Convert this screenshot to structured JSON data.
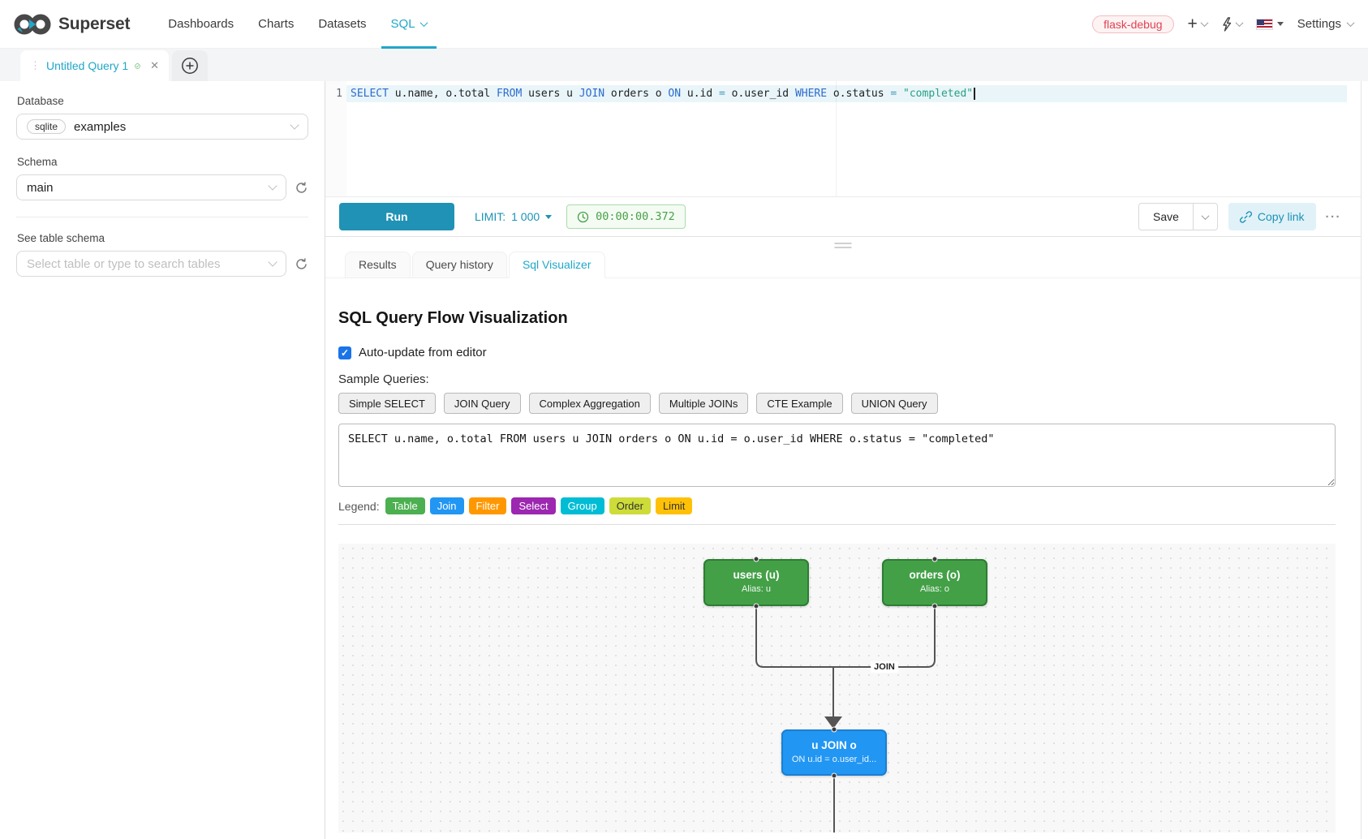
{
  "nav": {
    "brand": "Superset",
    "items": [
      {
        "label": "Dashboards"
      },
      {
        "label": "Charts"
      },
      {
        "label": "Datasets"
      },
      {
        "label": "SQL",
        "active": true
      }
    ],
    "env_badge": "flask-debug",
    "settings_label": "Settings",
    "accent_color": "#20a7c9"
  },
  "query_tabs": {
    "active_tab": "Untitled Query 1"
  },
  "sidebar": {
    "database_label": "Database",
    "database_engine": "sqlite",
    "database_value": "examples",
    "schema_label": "Schema",
    "schema_value": "main",
    "table_label": "See table schema",
    "table_placeholder": "Select table or type to search tables"
  },
  "editor": {
    "line_number": "1",
    "tokens": [
      {
        "text": "SELECT",
        "type": "kw"
      },
      {
        "text": " u.name, o.total ",
        "type": "plain"
      },
      {
        "text": "FROM",
        "type": "kw"
      },
      {
        "text": " users u ",
        "type": "plain"
      },
      {
        "text": "JOIN",
        "type": "kw"
      },
      {
        "text": " orders o ",
        "type": "plain"
      },
      {
        "text": "ON",
        "type": "kw"
      },
      {
        "text": " u.id ",
        "type": "plain"
      },
      {
        "text": "=",
        "type": "op"
      },
      {
        "text": " o.user_id ",
        "type": "plain"
      },
      {
        "text": "WHERE",
        "type": "kw"
      },
      {
        "text": " o.status ",
        "type": "plain"
      },
      {
        "text": "=",
        "type": "op"
      },
      {
        "text": " ",
        "type": "plain"
      },
      {
        "text": "\"completed\"",
        "type": "str"
      }
    ]
  },
  "toolbar": {
    "run_label": "Run",
    "limit_label": "LIMIT:",
    "limit_value": "1 000",
    "timer": "00:00:00.372",
    "save_label": "Save",
    "copy_link_label": "Copy link",
    "more_label": "···"
  },
  "result_tabs": [
    {
      "label": "Results"
    },
    {
      "label": "Query history"
    },
    {
      "label": "Sql Visualizer",
      "active": true
    }
  ],
  "visualizer": {
    "title": "SQL Query Flow Visualization",
    "auto_update_label": "Auto-update from editor",
    "auto_update_checked": true,
    "sample_queries_label": "Sample Queries:",
    "sample_buttons": [
      "Simple SELECT",
      "JOIN Query",
      "Complex Aggregation",
      "Multiple JOINs",
      "CTE Example",
      "UNION Query"
    ],
    "sql_text": "SELECT u.name, o.total FROM users u JOIN orders o ON u.id = o.user_id WHERE o.status = \"completed\"",
    "legend_label": "Legend:",
    "legend": [
      {
        "label": "Table",
        "color": "#4caf50",
        "text": "#ffffff"
      },
      {
        "label": "Join",
        "color": "#2196f3",
        "text": "#ffffff"
      },
      {
        "label": "Filter",
        "color": "#ff9800",
        "text": "#ffffff"
      },
      {
        "label": "Select",
        "color": "#9c27b0",
        "text": "#ffffff"
      },
      {
        "label": "Group",
        "color": "#00bcd4",
        "text": "#ffffff"
      },
      {
        "label": "Order",
        "color": "#cddc39",
        "text": "#333333"
      },
      {
        "label": "Limit",
        "color": "#ffc107",
        "text": "#333333"
      }
    ],
    "flow": {
      "edge_label": "JOIN",
      "nodes": [
        {
          "title": "users (u)",
          "subtitle": "Alias: u",
          "color": "#43a047",
          "border": "#2d7d33"
        },
        {
          "title": "orders (o)",
          "subtitle": "Alias: o",
          "color": "#43a047",
          "border": "#2d7d33"
        },
        {
          "title": "u JOIN o",
          "subtitle": "ON u.id = o.user_id...",
          "color": "#2196f3",
          "border": "#1b7fd4"
        }
      ]
    }
  }
}
